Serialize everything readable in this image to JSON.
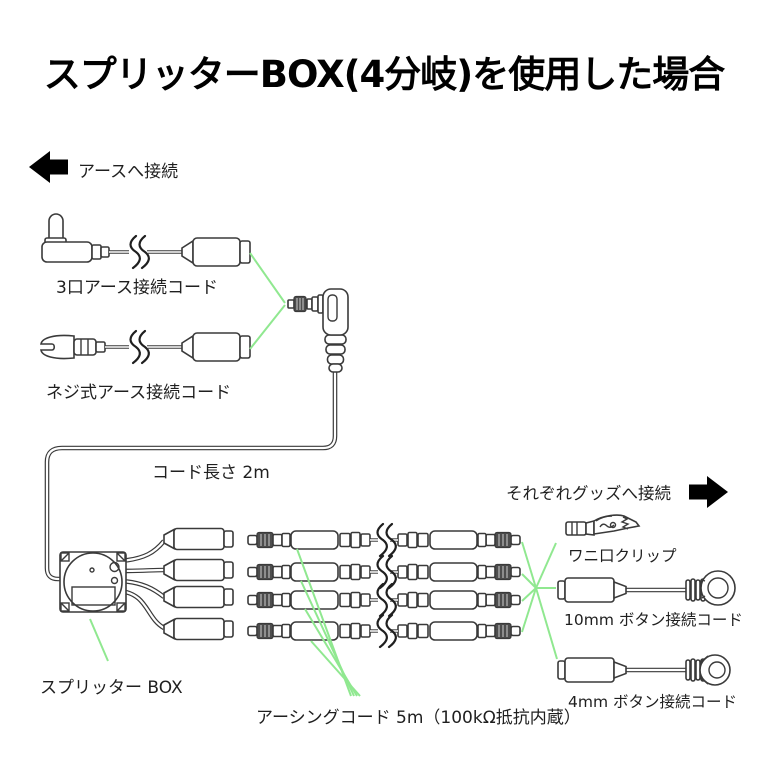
{
  "title": "スプリッターBOX(4分岐)を使用した場合",
  "colors": {
    "line_art": "#3a3a3a",
    "pointer_green": "#90e890",
    "arrow_black": "#000000",
    "background": "#ffffff",
    "text": "#1f1f1f"
  },
  "icons": {
    "left_arrow": "solid-left-arrow",
    "right_arrow": "solid-right-arrow"
  },
  "earth_section": {
    "arrow_label": "アースへ接続",
    "cable_3port_label": "3口アース接続コード",
    "cable_screw_label": "ネジ式アース接続コード",
    "cord_length_label": "コード長さ 2m"
  },
  "splitter_section": {
    "box_label": "スプリッター BOX",
    "earthing_cord_label": "アーシングコード 5m（100kΩ抵抗内蔵）"
  },
  "goods_section": {
    "arrow_label": "それぞれグッズへ接続",
    "clip_label": "ワニ口クリップ",
    "button10_label": "10mm ボタン接続コード",
    "button4_label": "4mm ボタン接続コード"
  }
}
